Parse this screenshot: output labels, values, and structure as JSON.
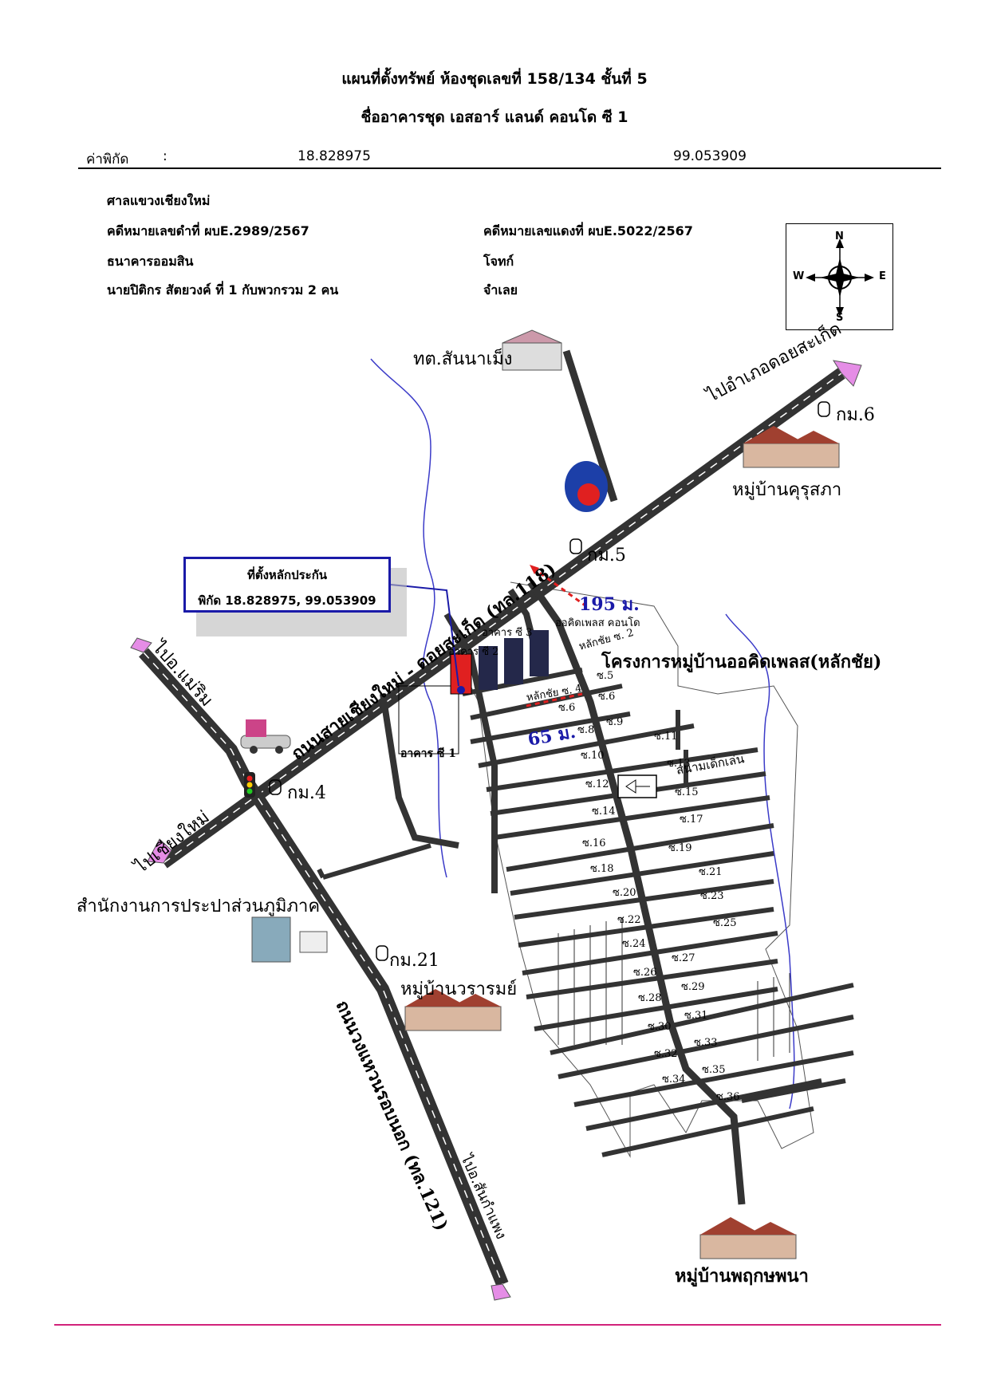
{
  "header": {
    "title1": "แผนที่ตั้งทรัพย์ ห้องชุดเลขที่ 158/134 ชั้นที่ 5",
    "title2": "ชื่ออาคารชุด เอสอาร์  แลนด์  คอนโด  ซี  1",
    "coord_label": "ค่าพิกัด",
    "coord_sep": ":",
    "lat": "18.828975",
    "lon": "99.053909"
  },
  "case": {
    "court": "ศาลแขวงเชียงใหม่",
    "black_case": "คดีหมายเลขดำที่ ผบE.2989/2567",
    "red_case": "คดีหมายเลขแดงที่ ผบE.5022/2567",
    "plaintiff": "ธนาคารออมสิน",
    "plaintiff_role": "โจทก์",
    "defendant": "นายปิติกร  สัตยวงค์  ที่ 1  กับพวกรวม 2 คน",
    "defendant_role": "จำเลย"
  },
  "compass": {
    "n": "N",
    "s": "S",
    "e": "E",
    "w": "W"
  },
  "location_box": {
    "title": "ที่ตั้งหลักประกัน",
    "coords": "พิกัด 18.828975, 99.053909"
  },
  "map_labels": {
    "municipality": "ทต.สันนาเม็ง",
    "to_doi_saket": "ไปอำเภอดอยสะเก็ด",
    "km6": "กม.6",
    "vill_kurusapha": "หมู่บ้านคุรุสภา",
    "km5": "กม.5",
    "dist_195": "195 ม.",
    "orchid_condo": "ออคิดเพลส คอนโด",
    "lakchai2": "หลักชัย ซ. 2",
    "project": "โครงการหมู่บ้านออคิดเพลส(หลักชัย)",
    "bldg_c3": "อาคาร ซี 3",
    "bldg_c2": "อาคาร ซี 2",
    "lakchai4": "หลักชัย ซ. 4",
    "dist_65": "65 ม.",
    "bldg_c1": "อาคาร  ซี  1",
    "road118": "ถนนสายเชียงใหม่ - ดอยสะเก็ด (ทล.118)",
    "to_mae_rim": "ไปอ.แม่ริม",
    "to_chiang_mai": "ไปเชียงใหม่",
    "km4": "กม.4",
    "playground": "สนามเด็กเล่น",
    "pwa": "สำนักงานการประปาส่วนภูมิภาค",
    "km21": "กม.21",
    "vill_waraom": "หมู่บ้านวรารมย์",
    "road121": "ถนนวงแหวนรอบนอก (ทล.121)",
    "to_san_kamphaeng": "ไปอ.สันกำแพง",
    "vill_phruksa": "หมู่บ้านพฤกษพนา"
  },
  "sois": [
    "ซ.5",
    "ซ.6",
    "ซ.6",
    "ซ.8",
    "ซ.9",
    "ซ.10",
    "ซ.11",
    "ซ.12",
    "ซ.13",
    "ซ.14",
    "ซ.15",
    "ซ.16",
    "ซ.17",
    "ซ.18",
    "ซ.19",
    "ซ.20",
    "ซ.21",
    "ซ.22",
    "ซ.23",
    "ซ.24",
    "ซ.25",
    "ซ.26",
    "ซ.27",
    "ซ.28",
    "ซ.29",
    "ซ.30",
    "ซ.31",
    "ซ.32",
    "ซ.33",
    "ซ.34",
    "ซ.35",
    "ซ.36"
  ],
  "colors": {
    "road": "#333333",
    "river": "#3b3bc8",
    "distance": "#e02020",
    "bottom_line": "#d1237a",
    "box_border": "#1a1aa8"
  }
}
